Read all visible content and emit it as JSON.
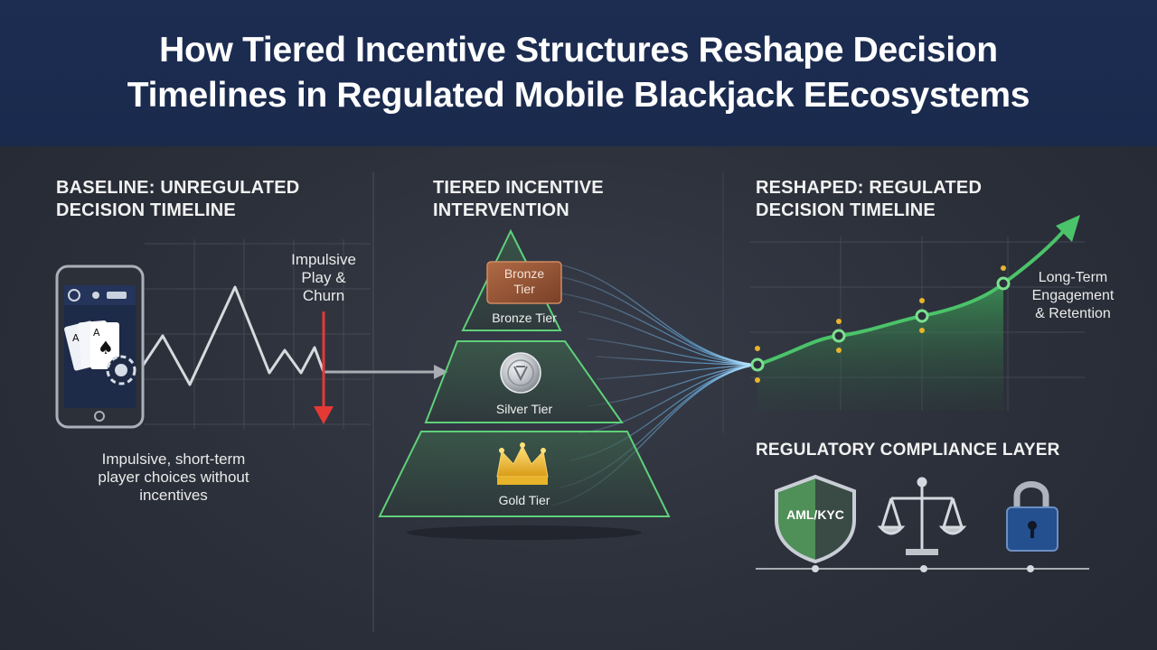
{
  "title_line1": "How Tiered Incentive Structures Reshape Decision",
  "title_line2": "Timelines in Regulated Mobile Blackjack EEcosystems",
  "baseline": {
    "heading_line1": "BASELINE: UNREGULATED",
    "heading_line2": "DECISION TIMELINE",
    "callout_line1": "Impulsive",
    "callout_line2": "Play &",
    "callout_line3": "Churn",
    "caption_line1": "Impulsive, short-term",
    "caption_line2": "player choices without",
    "caption_line3": "incentives"
  },
  "tiers": {
    "heading_line1": "TIERED INCENTIVE",
    "heading_line2": "INTERVENTION",
    "bronze_badge_line1": "Bronze",
    "bronze_badge_line2": "Tier",
    "bronze": "Bronze Tier",
    "silver": "Silver Tier",
    "gold": "Gold Tier"
  },
  "reshaped": {
    "heading_line1": "RESHAPED: REGULATED",
    "heading_line2": "DECISION TIMELINE",
    "callout_line1": "Long-Term",
    "callout_line2": "Engagement",
    "callout_line3": "& Retention"
  },
  "compliance": {
    "heading": "REGULATORY COMPLIANCE LAYER",
    "shield_text": "AML/KYC"
  },
  "colors": {
    "header_bg": "#1b2b4f",
    "green": "#4bc36a",
    "red_arrow": "#e53935",
    "gold": "#e8b42a"
  },
  "icons": [
    "phone-icon",
    "playing-cards-icon",
    "poker-chip-icon",
    "crown-icon",
    "shield-icon",
    "scales-icon",
    "lock-icon"
  ]
}
